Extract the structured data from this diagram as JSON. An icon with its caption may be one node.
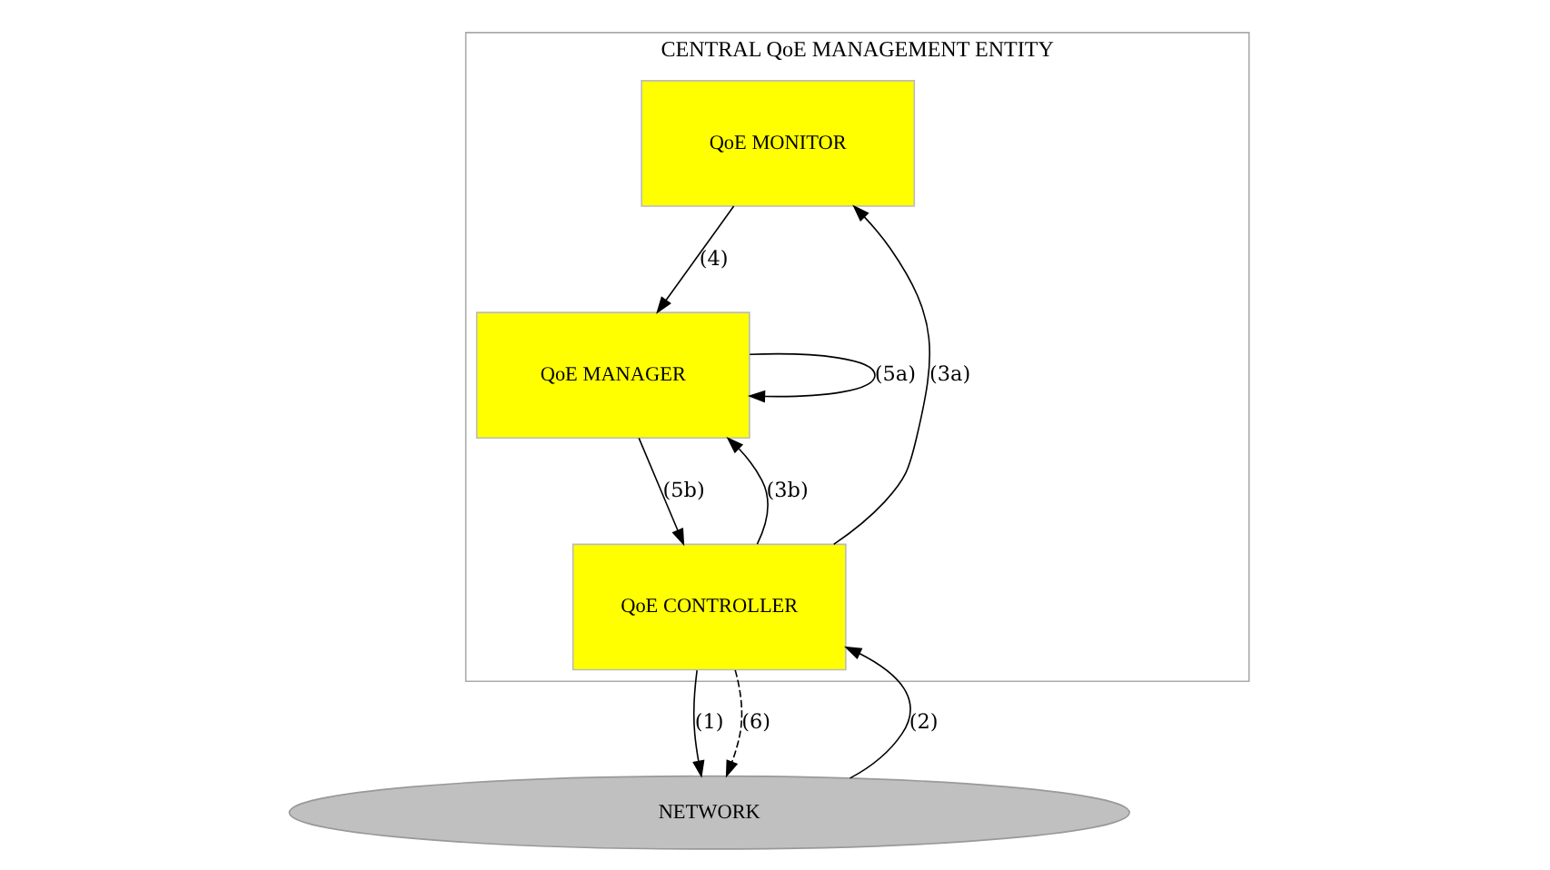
{
  "diagram": {
    "nodes": [
      {
        "text": [
          "CENTRAL QoE MANAGEMENT ENTITY"
        ]
      },
      {
        "text": [
          "QoE MONITOR"
        ],
        "in": 0
      },
      {
        "text": [
          "QoE MANAGER"
        ],
        "in": 0
      },
      {
        "text": [
          "QoE CONTROLLER"
        ],
        "in": 0
      },
      {
        "text": [
          "NETWORK"
        ]
      }
    ],
    "edges": [
      {
        "from": 1,
        "to": 2,
        "arrow": "to",
        "label": "(4)"
      },
      {
        "from": 2,
        "to": 2,
        "arrow": "to",
        "label": "(5a)"
      },
      {
        "from": 3,
        "to": 1,
        "arrow": "to",
        "label": "(3a)"
      },
      {
        "from": 3,
        "to": 2,
        "arrow": "to",
        "label": "(3b)"
      },
      {
        "from": 2,
        "to": 3,
        "arrow": "to",
        "label": "(5b)"
      },
      {
        "from": 3,
        "to": 4,
        "arrow": "to",
        "label": "(1)"
      },
      {
        "from": 4,
        "to": 3,
        "arrow": "to",
        "label": "(2)"
      },
      {
        "from": 3,
        "to": 4,
        "arrow": "to",
        "label": "(6)",
        "style": "dashed"
      }
    ]
  }
}
